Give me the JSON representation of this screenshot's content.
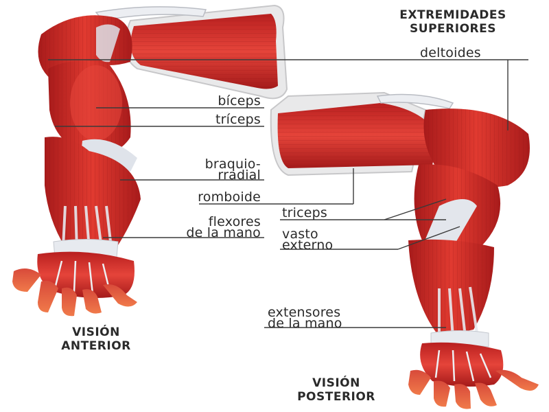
{
  "title": {
    "line1": "EXTREMIDADES",
    "line2": "SUPERIORES"
  },
  "views": {
    "anterior": {
      "line1": "VISIÓN",
      "line2": "ANTERIOR"
    },
    "posterior": {
      "line1": "VISIÓN",
      "line2": "POSTERIOR"
    }
  },
  "labels": {
    "deltoides": "deltoides",
    "biceps": "bíceps",
    "triceps_front": "tríceps",
    "braquio_1": "braquio-",
    "braquio_2": "rradial",
    "romboide": "romboide",
    "flexores_1": "flexores",
    "flexores_2": "de la mano",
    "triceps_back": "triceps",
    "vasto_1": "vasto",
    "vasto_2": "externo",
    "extensores_1": "extensores",
    "extensores_2": "de la mano"
  },
  "colors": {
    "muscle": "#d42a2a",
    "muscle_dark": "#9c1818",
    "muscle_light": "#ee5a4a",
    "tendon": "#dfe3ea",
    "text": "#2a2a2a"
  }
}
